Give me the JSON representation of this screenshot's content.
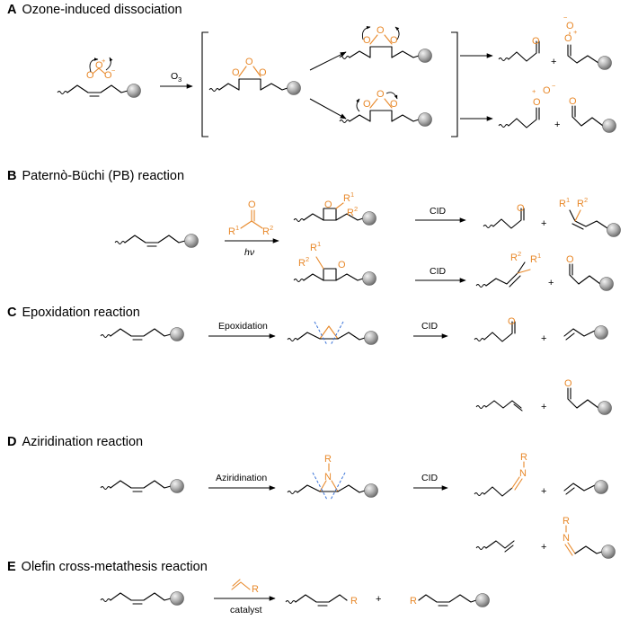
{
  "sections": [
    {
      "letter": "A",
      "title": "Ozone-induced dissociation"
    },
    {
      "letter": "B",
      "title": "Paternò-Büchi (PB) reaction"
    },
    {
      "letter": "C",
      "title": "Epoxidation reaction"
    },
    {
      "letter": "D",
      "title": "Aziridination reaction"
    },
    {
      "letter": "E",
      "title": "Olefin cross-metathesis reaction"
    }
  ],
  "labels": {
    "ozone": "O",
    "ozone_sub": "3",
    "hv": "hν",
    "cid": "CID",
    "epoxidation": "Epoxidation",
    "aziridination": "Aziridination",
    "catalyst": "catalyst",
    "plus": "+"
  },
  "atoms": {
    "O": "O",
    "N": "N",
    "R": "R",
    "R1": "1",
    "R2": "2",
    "charge_plus": "+",
    "charge_minus": "−"
  },
  "colors": {
    "reagent": "#e8892b",
    "bond": "#000000",
    "cleavage": "#3a73d8",
    "bead_light": "#f2f2f2",
    "bead_dark": "#7a7a7a"
  },
  "icons": {
    "bead": "lipid-headgroup-sphere",
    "wavy": "chain-truncation-wavy-bond"
  }
}
